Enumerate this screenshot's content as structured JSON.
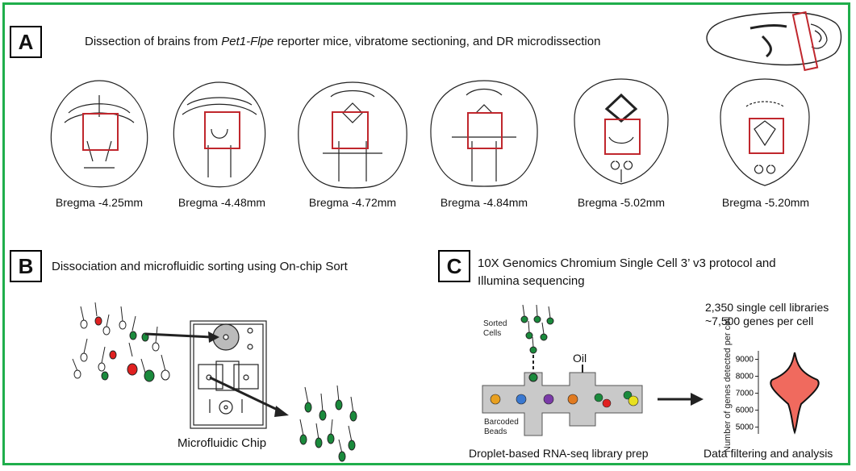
{
  "panels": {
    "a": {
      "letter": "A",
      "title_before": "Dissection of brains from ",
      "title_italic": "Pet1-Flpe",
      "title_after": " reporter mice, vibratome sectioning, and DR microdissection",
      "sections": [
        {
          "label": "Bregma -4.25mm"
        },
        {
          "label": "Bregma -4.48mm"
        },
        {
          "label": "Bregma -4.72mm"
        },
        {
          "label": "Bregma -4.84mm"
        },
        {
          "label": "Bregma -5.02mm"
        },
        {
          "label": "Bregma -5.20mm"
        }
      ]
    },
    "b": {
      "letter": "B",
      "title": "Dissociation and microfluidic sorting using On-chip Sort",
      "chip_label": "Microfluidic Chip"
    },
    "c": {
      "letter": "C",
      "title_line1": "10X Genomics Chromium Single Cell 3’ v3 protocol and",
      "title_line2": "Illumina sequencing",
      "sorted_cells_line1": "Sorted",
      "sorted_cells_line2": "Cells",
      "oil_label": "Oil",
      "beads_line1": "Barcoded",
      "beads_line2": "Beads",
      "prep_caption": "Droplet-based RNA-seq library prep",
      "stats_line1": "2,350 single cell libraries",
      "stats_line2": "~7,500 genes per cell",
      "analysis_caption": "Data filtering and analysis"
    }
  },
  "chart_data": {
    "type": "violin",
    "title": "",
    "ylabel": "Number of genes detected per cell",
    "yticks": [
      5000,
      6000,
      7000,
      8000,
      9000
    ],
    "ylim": [
      4600,
      9500
    ],
    "series": [
      {
        "color": "#f06a5e",
        "min": 4700,
        "max": 9400,
        "median": 7600
      }
    ]
  },
  "colors": {
    "frame": "#1fae4b",
    "dissection_box": "#c0272d",
    "cell_green": "#1a8a3c",
    "cell_red": "#e02020",
    "violin": "#f06a5e"
  }
}
